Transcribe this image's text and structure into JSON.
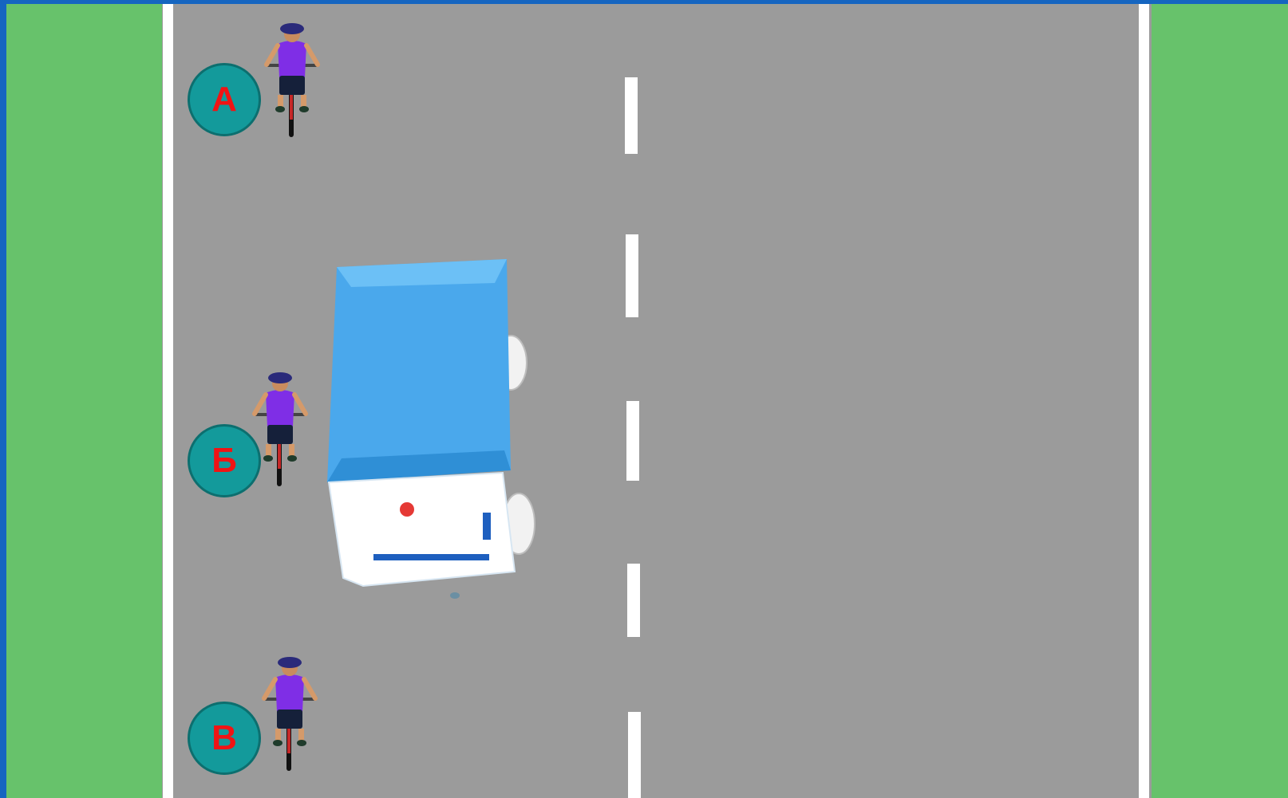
{
  "markers": {
    "a": "А",
    "b": "Б",
    "v": "В"
  },
  "colors": {
    "frame": "#1565c0",
    "grass": "#67c26b",
    "road": "#9b9b9b",
    "road_line": "#ffffff",
    "marker_fill": "#139a9b",
    "marker_text": "#f01414",
    "truck_body": "#4aa8ec",
    "truck_cab": "#ffffff",
    "cyclist_shirt": "#7f2ee6"
  },
  "icons": {
    "cyclist": "cyclist-icon",
    "truck": "truck-icon"
  }
}
